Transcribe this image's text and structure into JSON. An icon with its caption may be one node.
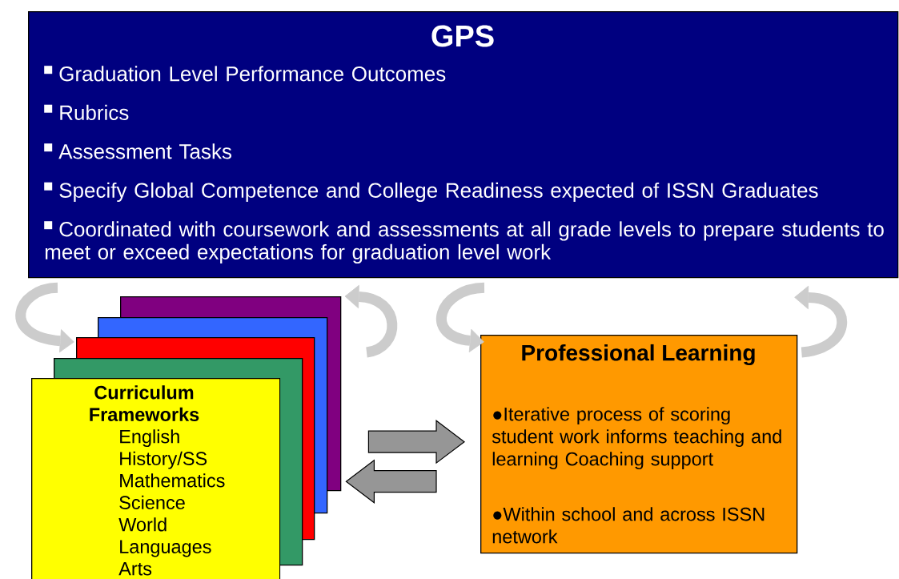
{
  "diagram": {
    "nodes": [
      {
        "text": [
          "GPS",
          "Graduation Level Performance Outcomes",
          "Rubrics",
          "Assessment Tasks",
          "Specify Global Competence and College Readiness expected of ISSN Graduates",
          "Coordinated with coursework and assessments at all grade levels to prepare students to meet or exceed expectations for graduation level work"
        ]
      },
      {
        "text": [
          "Curriculum Frameworks",
          "English",
          "History/SS",
          "Mathematics",
          "Science",
          "World Languages",
          "Arts"
        ]
      },
      {
        "text": [
          "Professional Learning",
          "●Iterative process of scoring student work informs teaching and learning Coaching support",
          "●Within school and across ISSN network"
        ]
      }
    ],
    "edges": [
      {
        "from": 0,
        "to": 1,
        "arrow": "to",
        "color": "#cccccc"
      },
      {
        "from": null,
        "to": 1,
        "arrow": "to",
        "color": "#cccccc"
      },
      {
        "from": 0,
        "to": 2,
        "arrow": "to",
        "color": "#cccccc"
      },
      {
        "from": 2,
        "to": 0,
        "arrow": "to",
        "color": "#cccccc"
      },
      {
        "from": 1,
        "to": 2,
        "arrow": "to",
        "color": "#969696"
      },
      {
        "from": 2,
        "to": 1,
        "arrow": "to",
        "color": "#969696"
      }
    ]
  }
}
